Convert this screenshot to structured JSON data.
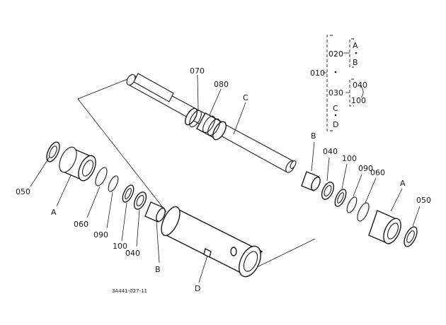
{
  "labels": {
    "p010": "010",
    "p020": "020",
    "p030": "030",
    "p040_tree": "040",
    "p100_tree": "100",
    "tA": "A",
    "tB": "B",
    "tC": "C",
    "tD": "D",
    "p070": "070",
    "p080": "080",
    "C_rod": "C",
    "B_right": "B",
    "p040_r": "040",
    "p100_r": "100",
    "p090_r": "090",
    "p060_r": "060",
    "A_right": "A",
    "p050_r": "050",
    "p050_l": "050",
    "A_left": "A",
    "p060_l": "060",
    "p090_l": "090",
    "p100_l": "100",
    "p040_l": "040",
    "B_left": "B",
    "D_tube": "D",
    "drawing_no": "3A441-027-11"
  },
  "colors": {
    "line": "#1a1a1a",
    "background": "#ffffff"
  }
}
